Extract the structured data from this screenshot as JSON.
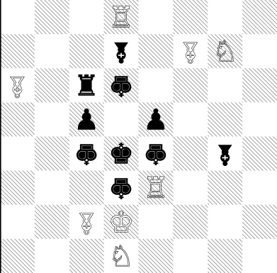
{
  "board": {
    "files": 8,
    "ranks": 8,
    "light_square": "#ffffff",
    "dark_square_hatch": "#8a8a8a",
    "border_color": "#000000",
    "pieces": [
      {
        "name": "white-rook-a",
        "color": "white",
        "type": "rook",
        "glyph": "♖",
        "file": 3,
        "rank": 0
      },
      {
        "name": "black-bishop-a",
        "color": "black",
        "type": "bishop-rotated",
        "file": 3,
        "rank": 1
      },
      {
        "name": "white-bishop-a",
        "color": "white",
        "type": "bishop-rotated",
        "file": 5,
        "rank": 1
      },
      {
        "name": "white-knight-a",
        "color": "white",
        "type": "knight",
        "glyph": "♘",
        "file": 6,
        "rank": 1
      },
      {
        "name": "white-bishop-b",
        "color": "white",
        "type": "bishop-rotated",
        "file": 0,
        "rank": 2
      },
      {
        "name": "black-rook-a",
        "color": "black",
        "type": "rook",
        "glyph": "♜",
        "file": 2,
        "rank": 2
      },
      {
        "name": "black-king-rotated-a",
        "color": "black",
        "type": "king-rotated",
        "file": 3,
        "rank": 2
      },
      {
        "name": "black-pawn-a",
        "color": "black",
        "type": "pawn",
        "glyph": "♟",
        "file": 2,
        "rank": 3
      },
      {
        "name": "black-pawn-b",
        "color": "black",
        "type": "pawn",
        "glyph": "♟",
        "file": 4,
        "rank": 3
      },
      {
        "name": "black-king-rotated-b",
        "color": "black",
        "type": "king-rotated",
        "file": 2,
        "rank": 4
      },
      {
        "name": "black-king",
        "color": "black",
        "type": "king",
        "glyph": "♚",
        "file": 3,
        "rank": 4
      },
      {
        "name": "black-king-rotated-c",
        "color": "black",
        "type": "king-rotated",
        "file": 4,
        "rank": 4
      },
      {
        "name": "black-bishop-b",
        "color": "black",
        "type": "bishop-rotated",
        "file": 6,
        "rank": 4
      },
      {
        "name": "black-king-rotated-d",
        "color": "black",
        "type": "king-rotated",
        "file": 3,
        "rank": 5
      },
      {
        "name": "white-rook-b",
        "color": "white",
        "type": "rook",
        "glyph": "♖",
        "file": 4,
        "rank": 5
      },
      {
        "name": "white-bishop-c",
        "color": "white",
        "type": "bishop-rotated",
        "file": 2,
        "rank": 6
      },
      {
        "name": "white-king",
        "color": "white",
        "type": "king",
        "glyph": "♔",
        "file": 3,
        "rank": 6
      },
      {
        "name": "white-knight-b",
        "color": "white",
        "type": "knight",
        "glyph": "♘",
        "file": 3,
        "rank": 7
      }
    ]
  }
}
